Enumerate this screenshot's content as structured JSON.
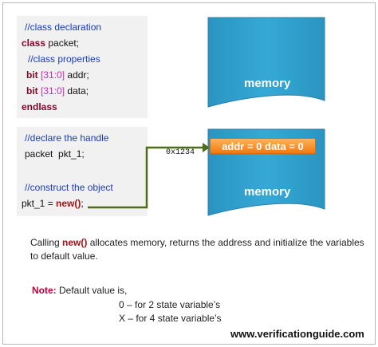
{
  "class_code": {
    "comment_declaration": "//class declaration",
    "kw_class": "class",
    "class_name": "packet;",
    "comment_properties": "//class properties",
    "kw_bit": "bit",
    "range": "[31:0]",
    "var_addr": "addr;",
    "var_data": "data;",
    "kw_end": "endlass"
  },
  "handle_code": {
    "comment_handle": "//declare the handle",
    "handle_decl": "packet  pkt_1;",
    "comment_construct": "//construct the object",
    "assign_lhs": "pkt_1 = ",
    "new_call": "new()",
    "semicolon": ";"
  },
  "memory_blocks": {
    "top_label": "memory",
    "bottom_label": "memory",
    "fill_color": "#2f9fc8",
    "allocated_bar_text": "addr = 0  data = 0",
    "allocated_bar_color": "#f58a1f"
  },
  "arrow": {
    "address_text": "0x1234",
    "color": "#4e6b1e"
  },
  "description": {
    "prefix": "Calling ",
    "fn": "new()",
    "rest": " allocates memory, returns the address and initialize the variables to default value."
  },
  "note": {
    "label": "Note:",
    "line1": " Default value is,",
    "line2": "0 – for 2 state variable’s",
    "line3": "X – for 4 state variable’s"
  },
  "footer_url": "www.verificationguide.com"
}
